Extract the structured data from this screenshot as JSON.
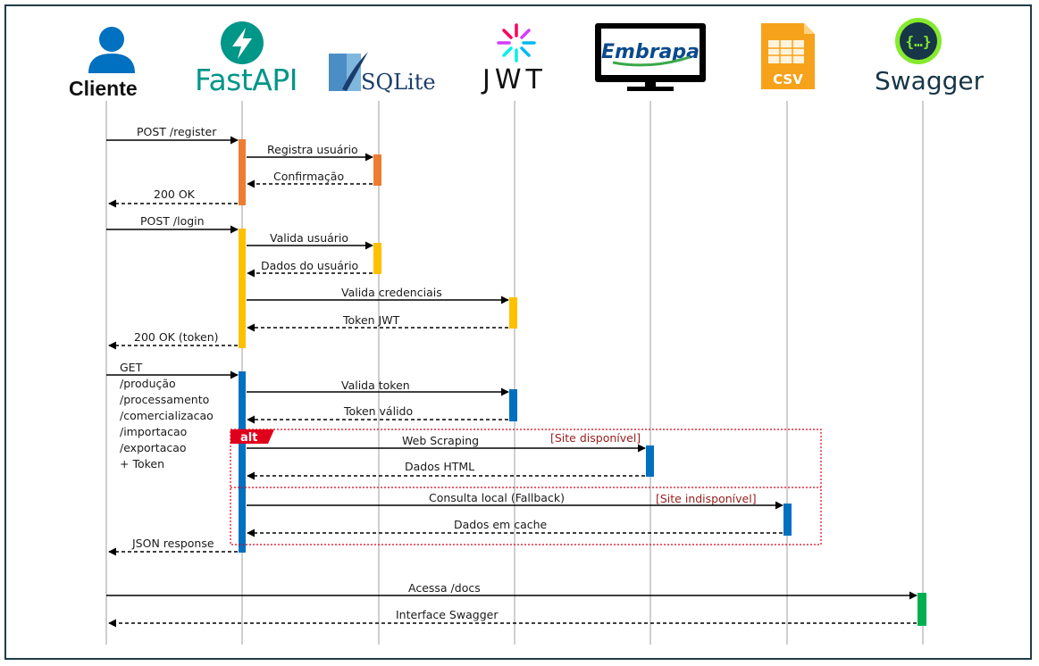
{
  "participants": [
    {
      "id": "cliente",
      "label": "Cliente",
      "icon": "user-icon"
    },
    {
      "id": "fastapi",
      "label": "FastAPI",
      "icon": "fastapi-bolt-icon"
    },
    {
      "id": "sqlite",
      "label": "SQLite",
      "icon": "sqlite-feather-icon"
    },
    {
      "id": "jwt",
      "label": "JWT",
      "icon": "jwt-logo-icon"
    },
    {
      "id": "embrapa",
      "label": "Embrapa",
      "icon": "monitor-icon"
    },
    {
      "id": "csv",
      "label": "CSV",
      "icon": "csv-file-icon"
    },
    {
      "id": "swagger",
      "label": "Swagger",
      "icon": "swagger-braces-icon"
    }
  ],
  "messages": [
    {
      "id": "post-register",
      "label": "POST /register"
    },
    {
      "id": "registra-usuario",
      "label": "Registra usuário"
    },
    {
      "id": "confirmacao",
      "label": "Confirmação"
    },
    {
      "id": "ok-register",
      "label": "200 OK"
    },
    {
      "id": "post-login",
      "label": "POST /login"
    },
    {
      "id": "valida-usuario",
      "label": "Valida usuário"
    },
    {
      "id": "dados-usuario",
      "label": "Dados do usuário"
    },
    {
      "id": "valida-credenciais",
      "label": "Valida credenciais"
    },
    {
      "id": "token-jwt",
      "label": "Token JWT"
    },
    {
      "id": "ok-token",
      "label": "200 OK (token)"
    },
    {
      "id": "valida-token",
      "label": "Valida token"
    },
    {
      "id": "token-valido",
      "label": "Token válido"
    },
    {
      "id": "web-scraping",
      "label": "Web Scraping"
    },
    {
      "id": "dados-html",
      "label": "Dados HTML"
    },
    {
      "id": "consulta-local",
      "label": "Consulta local (Fallback)"
    },
    {
      "id": "dados-cache",
      "label": "Dados em cache"
    },
    {
      "id": "json-response",
      "label": "JSON response"
    },
    {
      "id": "acessa-docs",
      "label": "Acessa /docs"
    },
    {
      "id": "interface-swagger",
      "label": "Interface Swagger"
    }
  ],
  "get_request_lines": [
    "GET",
    "/produção",
    "/processamento",
    "/comercializacao",
    "/importacao",
    "/exportacao",
    "+ Token"
  ],
  "alt_fragment": {
    "tag": "alt",
    "condition_1": "[Site disponível]",
    "condition_2": "[Site indisponível]"
  },
  "colors": {
    "register": "#ed7d31",
    "login": "#ffc000",
    "data": "#0070c0",
    "swagger": "#00b050",
    "fastapi": "#009688",
    "alt": "#e0001b",
    "lifeline": "#bfbfbf",
    "frame": "#1f3b46"
  }
}
